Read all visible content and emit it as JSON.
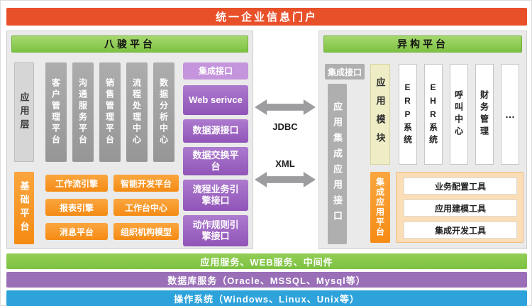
{
  "banner": {
    "title": "统一企业信息门户"
  },
  "left": {
    "title": "八骏平台",
    "app_layer_label": "应用层",
    "app_columns": [
      "客户管理平台",
      "沟通服务平台",
      "销售管理平台",
      "流程处理中心",
      "数据分析中心"
    ],
    "base_label": "基础平台",
    "base_items": [
      "工作流引擎",
      "智能开发平台",
      "报表引擎",
      "工作台中心",
      "消息平台",
      "组织机构模型"
    ],
    "integration_header": "集成接口",
    "integration_items": [
      "Web serivce",
      "数据源接口",
      "数据交换平台",
      "流程业务引擎接口",
      "动作规则引擎接口"
    ]
  },
  "middle": {
    "top_label": "JDBC",
    "bottom_label": "XML"
  },
  "right": {
    "title": "异构平台",
    "integration_tag": "集成接口",
    "integration_bar": "应用集成应用接口",
    "module_label": "应用模块",
    "systems": [
      "ERP系统",
      "EHR系统",
      "呼叫中心",
      "财务管理"
    ],
    "systems_more": "…",
    "platform_label": "集成应用平台",
    "tools": [
      "业务配置工具",
      "应用建模工具",
      "集成开发工具"
    ]
  },
  "footer": {
    "bars": [
      {
        "text": "应用服务、WEB服务、中间件"
      },
      {
        "text": "数据库服务（Oracle、MSSQL、Mysql等）"
      },
      {
        "text": "操作系统（Windows、Linux、Unix等）"
      }
    ]
  },
  "colors": {
    "banner": "#E8502A",
    "green": "#7DC242",
    "orange": "#F58B14",
    "purple": "#9154B8",
    "purple_light": "#C494DC",
    "gray": "#969696",
    "gray_bar": "#AFAFAF",
    "cream": "#EFEDC6",
    "tools_bg": "#FBDDB6",
    "footer_purple": "#9A6FB8",
    "footer_blue": "#2EA3DB"
  }
}
